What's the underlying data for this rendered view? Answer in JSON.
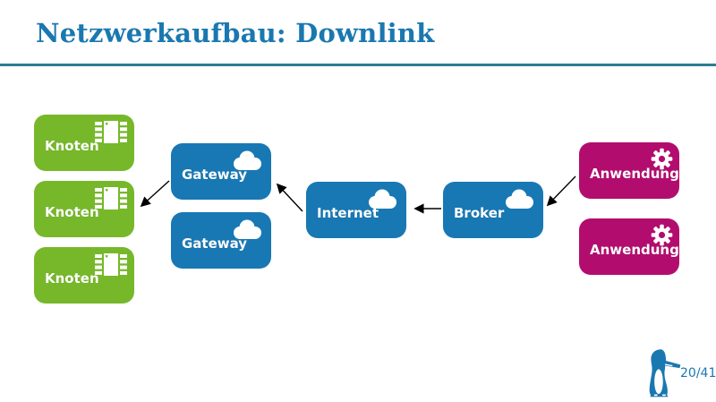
{
  "slide": {
    "title": "Netzwerkaufbau: Downlink",
    "page_indicator": "20/41",
    "logo": "penguin-logo"
  },
  "colors": {
    "title_blue": "#1a78b0",
    "rule_teal": "#2c7d90",
    "node_green": "#76b82a",
    "network_blue": "#1878b4",
    "application_magenta": "#b20d6e",
    "arrow_black": "#000000",
    "box_text": "#ffffff"
  },
  "diagram": {
    "nodes": [
      {
        "id": "knoten-1",
        "label": "Knoten",
        "type": "node",
        "icon": "chip-icon"
      },
      {
        "id": "knoten-2",
        "label": "Knoten",
        "type": "node",
        "icon": "chip-icon"
      },
      {
        "id": "knoten-3",
        "label": "Knoten",
        "type": "node",
        "icon": "chip-icon"
      },
      {
        "id": "gateway-1",
        "label": "Gateway",
        "type": "network",
        "icon": "cloud-icon"
      },
      {
        "id": "gateway-2",
        "label": "Gateway",
        "type": "network",
        "icon": "cloud-icon"
      },
      {
        "id": "internet",
        "label": "Internet",
        "type": "network",
        "icon": "cloud-icon"
      },
      {
        "id": "broker",
        "label": "Broker",
        "type": "network",
        "icon": "cloud-icon"
      },
      {
        "id": "anwendung-1",
        "label": "Anwendung",
        "type": "application",
        "icon": "gear-icon"
      },
      {
        "id": "anwendung-2",
        "label": "Anwendung",
        "type": "application",
        "icon": "gear-icon"
      }
    ],
    "edges": [
      {
        "from": "gateway-1",
        "to": "knoten-2"
      },
      {
        "from": "internet",
        "to": "gateway-1"
      },
      {
        "from": "broker",
        "to": "internet"
      },
      {
        "from": "anwendung-1",
        "to": "broker"
      }
    ],
    "direction": "downlink (right to left)"
  }
}
